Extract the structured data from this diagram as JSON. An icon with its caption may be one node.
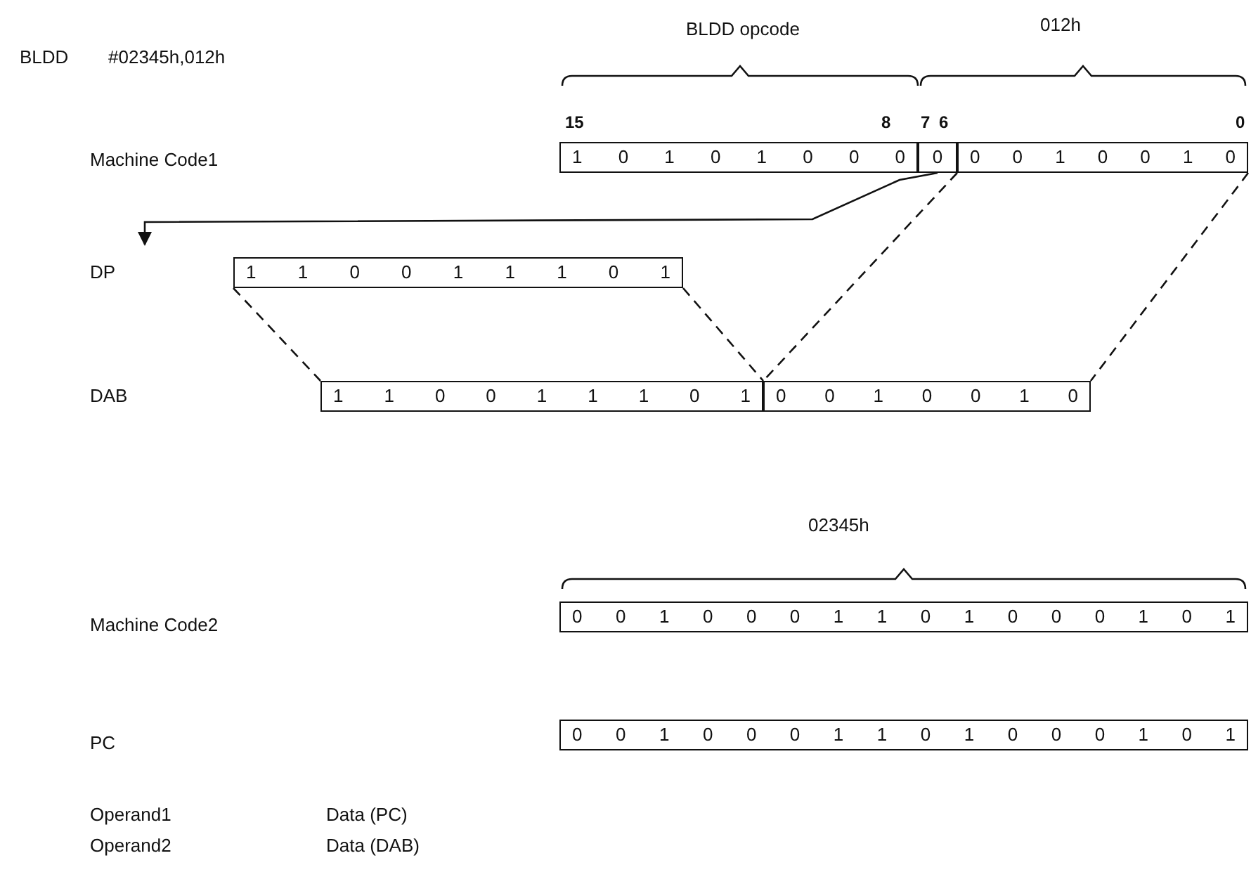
{
  "diagram": {
    "nodes": [
      {
        "text": [
          "1 0 1 0 1 0 0 0"
        ]
      },
      {
        "text": [
          "0"
        ]
      },
      {
        "text": [
          "0 0 1 0 0 1 0"
        ]
      },
      {
        "text": [
          "1 1 0 0 1 1 1 0 1"
        ]
      },
      {
        "text": [
          "1 1 0 0 1 1 1 0 1"
        ]
      },
      {
        "text": [
          "0 0 1 0 0 1 0"
        ]
      },
      {
        "text": [
          "0 0 1 0 0 0 1 1 0 1 0 0 0 1 0 1"
        ]
      },
      {
        "text": [
          "0 0 1 0 0 0 1 1 0 1 0 0 0 1 0 1"
        ]
      }
    ],
    "edges": [
      {
        "from": 1,
        "to": null,
        "arrow": "to"
      },
      {
        "from": 3,
        "to": 4,
        "arrow": "none",
        "style": "dashed"
      },
      {
        "from": 3,
        "to": 4,
        "arrow": "none",
        "style": "dashed"
      },
      {
        "from": 2,
        "to": 5,
        "arrow": "none",
        "style": "dashed"
      },
      {
        "from": 2,
        "to": 5,
        "arrow": "none",
        "style": "dashed"
      }
    ],
    "labels": [
      "BLDD",
      "#02345h,012h",
      "BLDD opcode",
      "012h",
      "15",
      "8",
      "7",
      "6",
      "0",
      "Machine Code1",
      "DP",
      "DAB",
      "02345h",
      "Machine Code2",
      "PC",
      "Operand1",
      "Data (PC)",
      "Operand2",
      "Data (DAB)"
    ]
  }
}
